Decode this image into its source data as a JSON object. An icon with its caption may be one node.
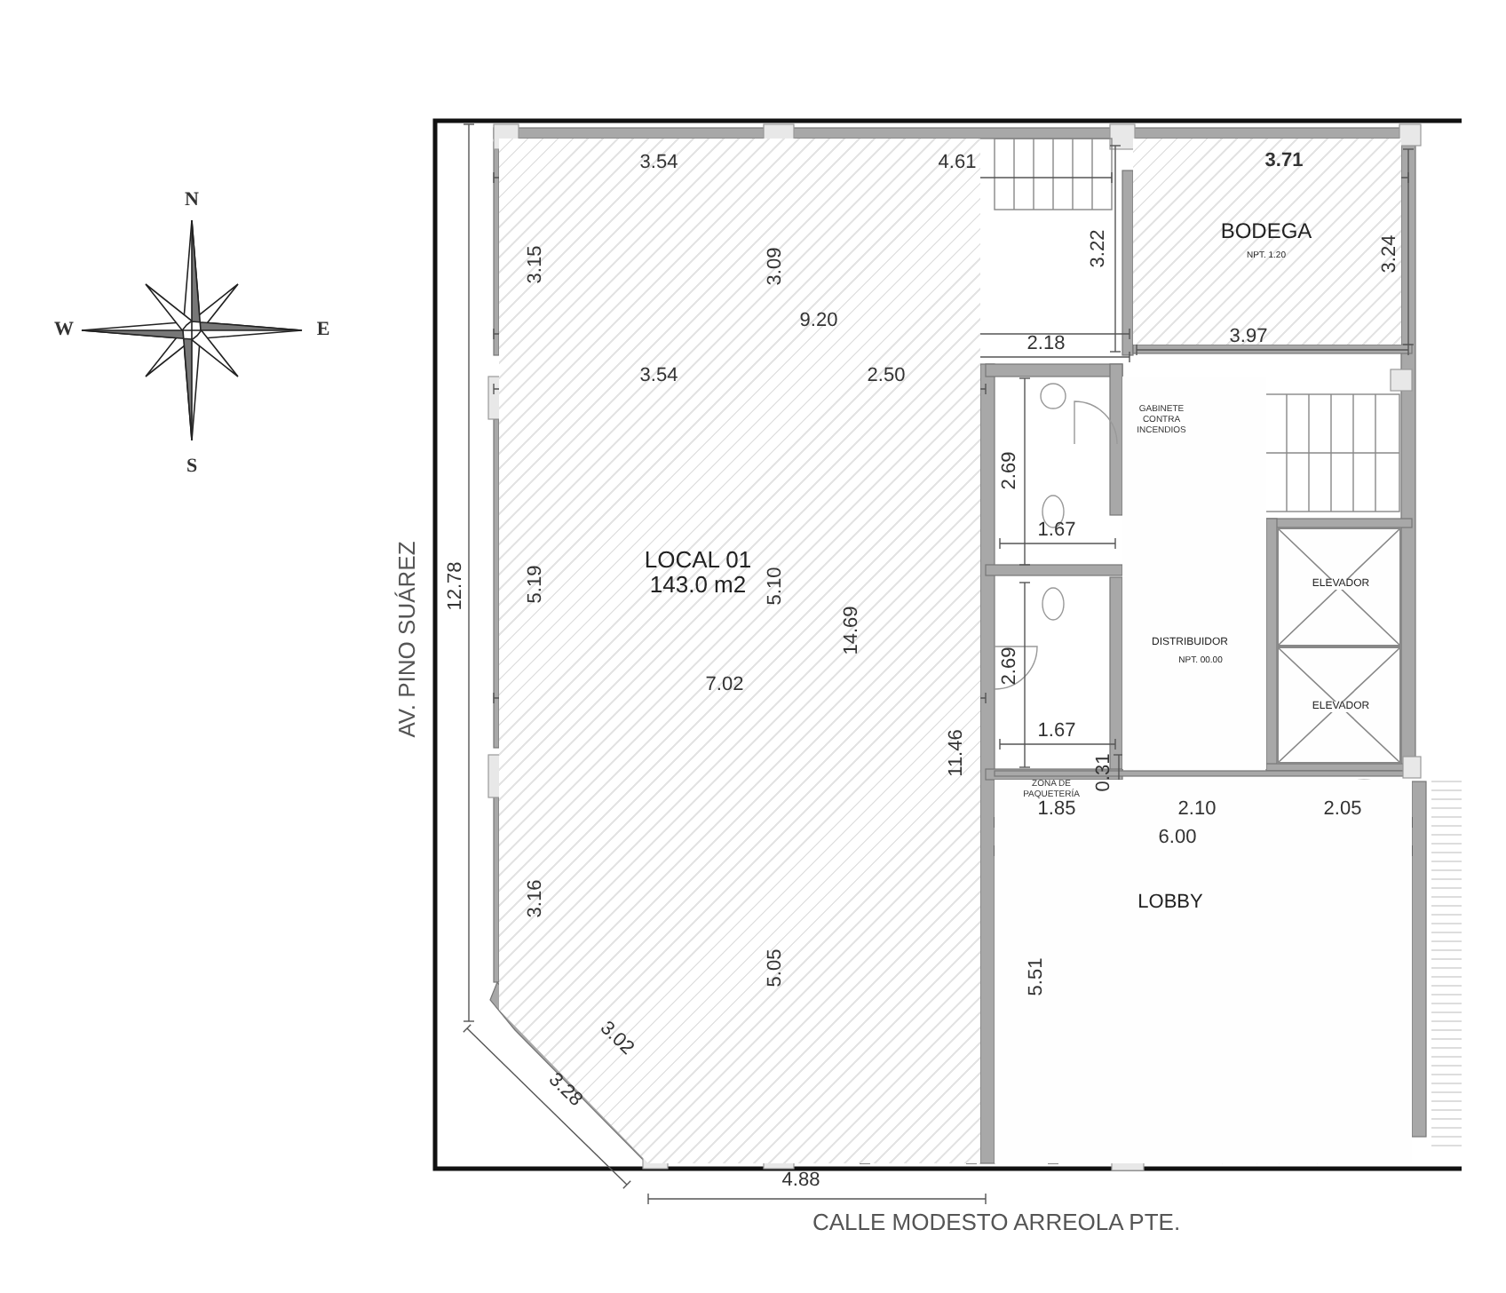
{
  "diagram": {
    "nodes": [
      {
        "text": [
          "LOCAL 01 143.0 m2"
        ]
      },
      {
        "text": [
          "BODEGA",
          "NPT. 1.20"
        ]
      },
      {
        "text": [
          "DISTRIBUIDOR",
          "NPT. 00.00"
        ]
      },
      {
        "text": [
          "ELEVADOR"
        ]
      },
      {
        "text": [
          "ELEVADOR"
        ]
      },
      {
        "text": [
          "LOBBY"
        ]
      }
    ],
    "labels": [
      "N",
      "W",
      "E",
      "S",
      "3.54",
      "4.61",
      "3.71",
      "3.15",
      "3.09",
      "3.22",
      "3.24",
      "9.20",
      "2.18",
      "3.97",
      "3.54",
      "2.50",
      "GABINETE CONTRA INCENDIOS",
      "12.78",
      "5.19",
      "5.10",
      "14.69",
      "2.69",
      "1.67",
      "2.69",
      "7.02",
      "1.67",
      "11.46",
      "0.31",
      "ZONA DE PAQUETERÍA",
      "1.85",
      "2.10",
      "2.05",
      "6.00",
      "3.16",
      "5.05",
      "5.51",
      "3.02",
      "3.28",
      "4.88",
      "CALLE MODESTO ARREOLA PTE.",
      "AV. PINO SUÁREZ"
    ]
  }
}
